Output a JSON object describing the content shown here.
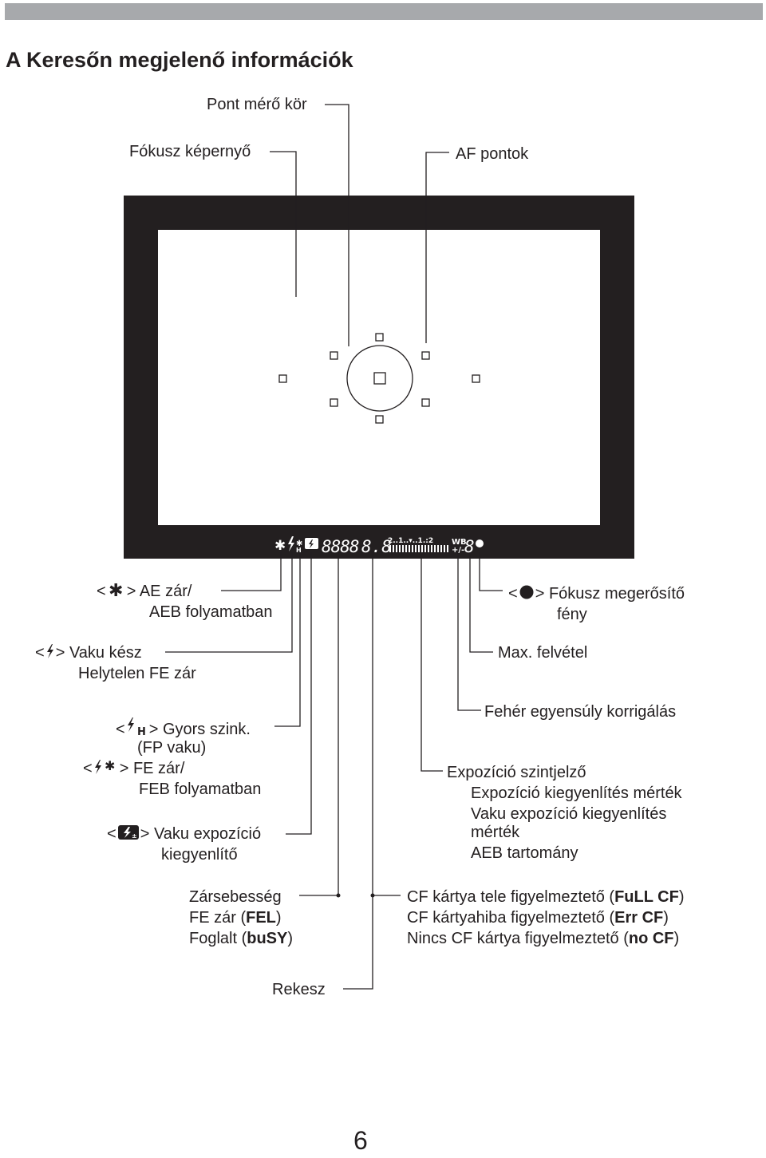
{
  "page": {
    "title": "A Keresőn megjelenő információk",
    "page_number": "6"
  },
  "labels": {
    "spot_circle": "Pont mérő kör",
    "focus_screen": "Fókusz képernyő",
    "af_points": "AF pontok",
    "ae_lock_l1": "AE zár/",
    "ae_lock_l2": "AEB folyamatban",
    "flash_ready_l1": "Vaku kész",
    "flash_ready_l2": "Helytelen FE zár",
    "fp_flash_l1": "Gyors szink.",
    "fp_flash_l2": "(FP vaku)",
    "fe_lock_l1": "FE zár/",
    "fe_lock_l2": "FEB folyamatban",
    "flash_comp_l1": "Vaku expozíció",
    "flash_comp_l2": "kiegyenlítő",
    "shutter_l1": "Zársebesség",
    "shutter_l2_pre": "FE zár (",
    "shutter_l2_bold": "FEL",
    "shutter_l2_post": ")",
    "shutter_l3_pre": "Foglalt (",
    "shutter_l3_bold": "buSY",
    "shutter_l3_post": ")",
    "aperture": "Rekesz",
    "focus_confirm_l1": "Fókusz megerősítő",
    "focus_confirm_l2": "fény",
    "max_burst": "Max. felvétel",
    "wb_correction": "Fehér egyensúly korrigálás",
    "exposure_scale_l1": "Expozíció szintjelző",
    "exposure_scale_l2": "Expozíció kiegyenlítés mérték",
    "exposure_scale_l3": "Vaku expozíció kiegyenlítés",
    "exposure_scale_l4": "mérték",
    "exposure_scale_l5": "AEB tartomány",
    "cf_l1_pre": "CF kártya tele figyelmeztető (",
    "cf_l1_bold": "FuLL CF",
    "cf_l1_post": ")",
    "cf_l2_pre": "CF kártyahiba figyelmeztető (",
    "cf_l2_bold": "Err CF",
    "cf_l2_post": ")",
    "cf_l3_pre": "Nincs CF kártya figyelmeztető (",
    "cf_l3_bold": "no CF",
    "cf_l3_post": ")"
  },
  "viewfinder_display": {
    "shutter_digits": "8888",
    "aperture_digits": "8.8",
    "scale_top": "2..1..▾..1.:2",
    "wb_text": "WB",
    "burst_digit": "8"
  },
  "icons": {
    "ae_lock": "asterisk-icon",
    "flash": "lightning-icon",
    "fp_flash": "lightning-h-icon",
    "fe_lock": "lightning-asterisk-icon",
    "flash_comp": "flash-compensation-icon",
    "focus_confirm": "filled-dot-icon"
  },
  "colors": {
    "frame": "#231f20",
    "topbar": "#a7a9ac",
    "text": "#231f20"
  }
}
